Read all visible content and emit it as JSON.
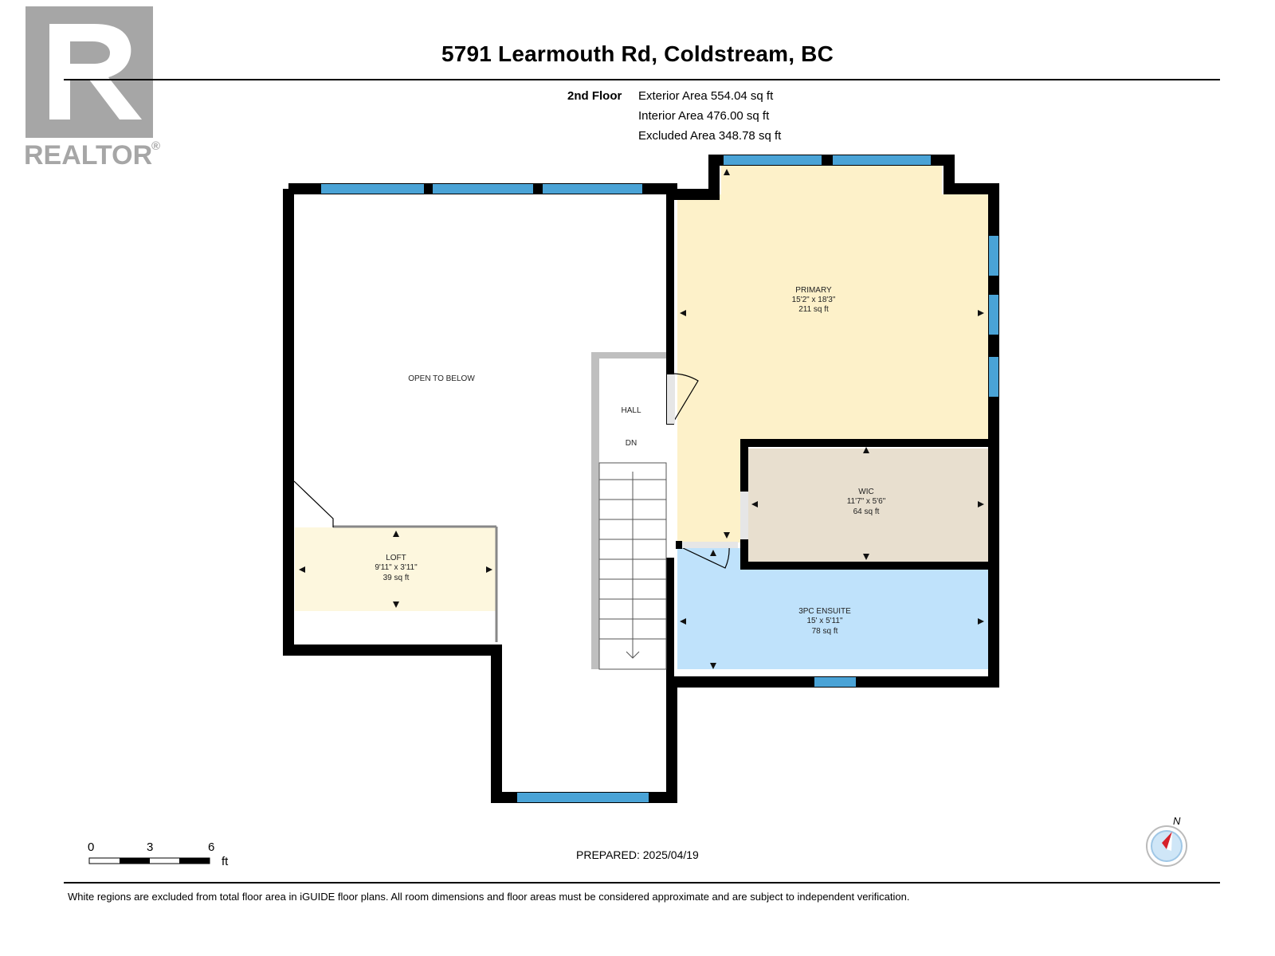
{
  "header": {
    "logo_text": "REALTOR",
    "logo_mark": "®",
    "title": "5791 Learmouth Rd, Coldstream, BC"
  },
  "areas": {
    "floor": "2nd Floor",
    "exterior": "Exterior Area 554.04 sq ft",
    "interior": "Interior Area 476.00 sq ft",
    "excluded": "Excluded Area 348.78 sq ft"
  },
  "rooms": {
    "open_to_below": "OPEN TO BELOW",
    "primary": {
      "name": "PRIMARY",
      "dims": "15'2\" x 18'3\"",
      "area": "211 sq ft"
    },
    "hall": {
      "name": "HALL",
      "dn": "DN"
    },
    "wic": {
      "name": "WIC",
      "dims": "11'7\" x 5'6\"",
      "area": "64 sq ft"
    },
    "loft": {
      "name": "LOFT",
      "dims": "9'11\" x 3'11\"",
      "area": "39 sq ft"
    },
    "ensuite": {
      "name": "3PC ENSUITE",
      "dims": "15' x 5'11\"",
      "area": "78 sq ft"
    }
  },
  "scale": {
    "labels": [
      "0",
      "3",
      "6"
    ],
    "unit": "ft"
  },
  "compass": {
    "label": "N"
  },
  "prepared": "PREPARED: 2025/04/19",
  "footer": "White regions are excluded from total floor area in iGUIDE floor plans. All room dimensions and floor areas must be considered approximate and are subject to independent verification.",
  "colors": {
    "primary_fill": "#fdf1c9",
    "wic_fill": "#e8dfcf",
    "loft_fill": "#fdf7de",
    "ensuite_fill": "#bfe2fb",
    "window": "#4aa3d6",
    "wall": "#000000",
    "stair": "#bfbfbf",
    "compass_needle": "#d6202a",
    "compass_ring": "#9fc7e6"
  }
}
